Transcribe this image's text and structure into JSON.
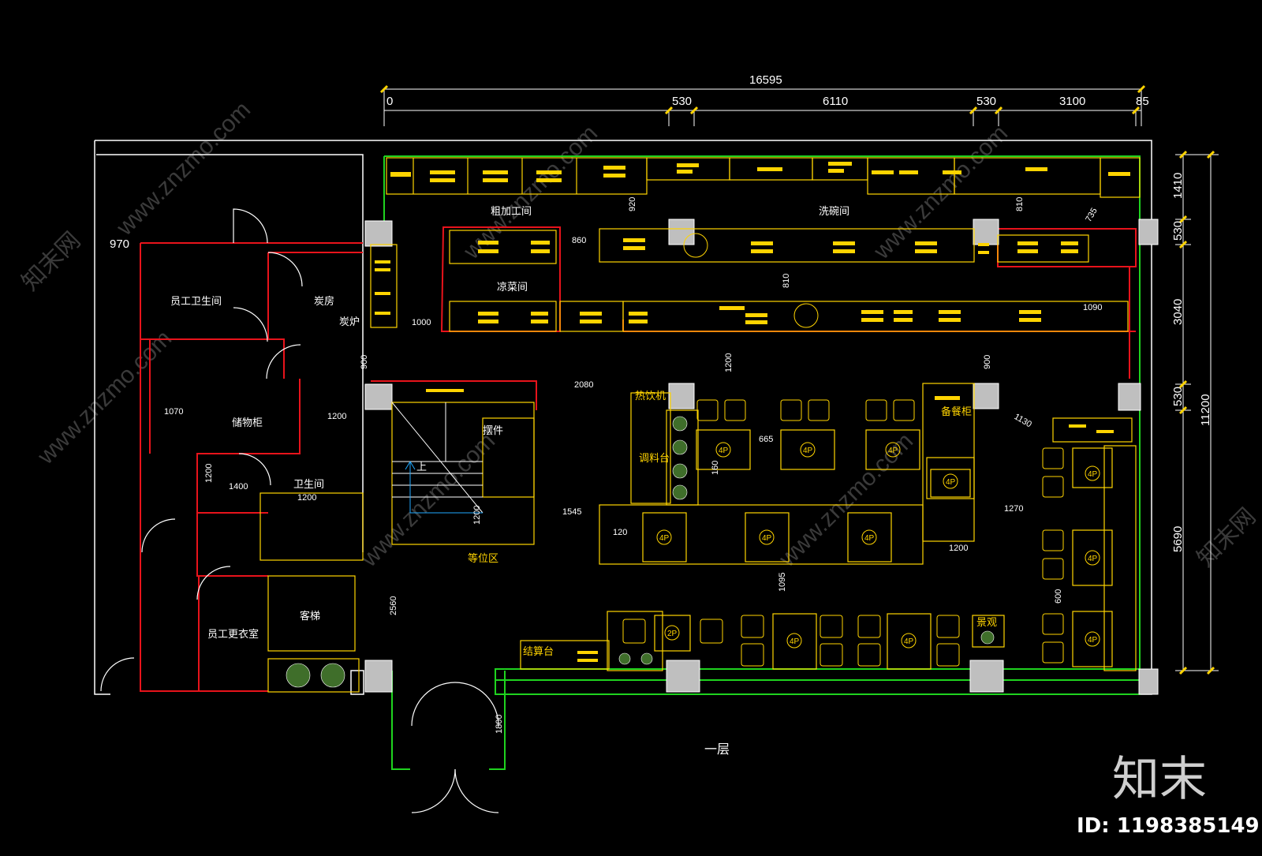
{
  "colors": {
    "wall": "#ffffff",
    "red": "#e8131b",
    "green": "#1fd31f",
    "yellow": "#ffd400",
    "olive": "#c8b800",
    "bg": "#000000"
  },
  "dims_top": {
    "total": "16595",
    "d0": "0",
    "d1": "530",
    "d2": "6110",
    "d3": "530",
    "d4": "3100",
    "d5": "85"
  },
  "dims_right": {
    "r1": "1410",
    "r2": "530",
    "r3": "3040",
    "r4": "530",
    "r5": "5690",
    "total": "11200"
  },
  "dims_inner": {
    "d970": "970",
    "d1070": "1070",
    "d1200a": "1200",
    "d1200b": "1200",
    "d1200c": "1200",
    "d1400": "1400",
    "d1200v": "1200",
    "d900a": "900",
    "d900b": "900",
    "d1000": "1000",
    "d920": "920",
    "d860": "860",
    "d810a": "810",
    "d810b": "810",
    "d735": "735",
    "d1090": "1090",
    "d2080": "2080",
    "d1200d": "1200",
    "d665": "665",
    "d160": "160",
    "d1130": "1130",
    "d1545": "1545",
    "d1270": "1270",
    "d120": "120",
    "d1095": "1095",
    "d600": "600",
    "d2560": "2560",
    "d1800": "1800",
    "d1200e": "1200",
    "d1200f": "1200"
  },
  "rooms": {
    "staff_wc": "员工卫生间",
    "stove_room": "炭房",
    "stove": "炭炉",
    "storage": "储物柜",
    "wc": "卫生间",
    "changing": "员工更衣室",
    "lift": "客梯",
    "prep": "粗加工间",
    "cold_dish": "凉菜间",
    "dish_wash": "洗碗间",
    "hot_drink": "热饮机",
    "sauce": "调料台",
    "display": "摆件",
    "waiting": "等位区",
    "cashier": "结算台",
    "sideboard": "备餐柜",
    "scenery": "景观",
    "up": "上",
    "floor": "一层"
  },
  "tables": {
    "t4p": "4P",
    "t2p": "2P"
  },
  "watermark": {
    "site": "www.znzmo.com",
    "cn": "知末网"
  },
  "logo": {
    "text": "知末",
    "id": "ID: 1198385149"
  }
}
